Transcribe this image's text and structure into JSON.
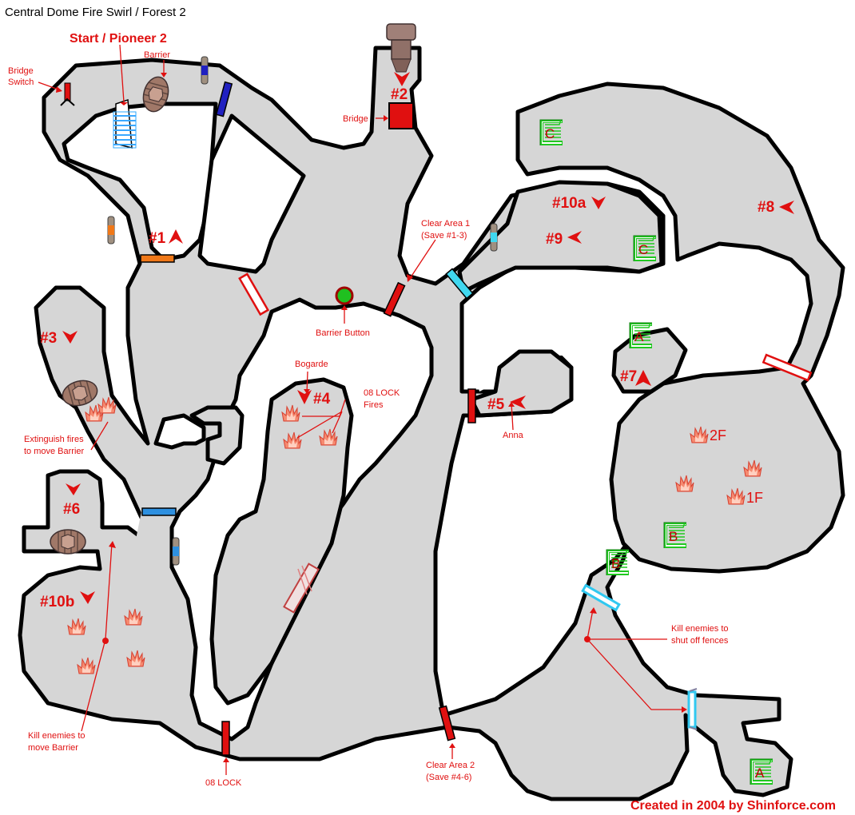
{
  "title": "Central Dome Fire Swirl / Forest 2",
  "credit": "Created in 2004 by Shinforce.com",
  "labels": {
    "start": "Start / Pioneer 2",
    "barrier": "Barrier",
    "bridge_switch_1": "Bridge",
    "bridge_switch_2": "Switch",
    "bridge": "Bridge",
    "clear_area_1": "Clear Area 1",
    "clear_area_1_sub": "(Save #1-3)",
    "barrier_button": "Barrier Button",
    "bogarde": "Bogarde",
    "lock_fires_1": "08 LOCK",
    "lock_fires_2": "Fires",
    "anna": "Anna",
    "extinguish_1": "Extinguish fires",
    "extinguish_2": "to move Barrier",
    "kill_barrier_1": "Kill enemies to",
    "kill_barrier_2": "move Barrier",
    "lock_08": "08 LOCK",
    "clear_area_2": "Clear Area 2",
    "clear_area_2_sub": "(Save #4-6)",
    "kill_fences_1": "Kill enemies to",
    "kill_fences_2": "shut off fences",
    "floor_2f": "2F",
    "floor_1f": "1F"
  },
  "waypoints": {
    "w1": "#1",
    "w2": "#2",
    "w3": "#3",
    "w4": "#4",
    "w5": "#5",
    "w6": "#6",
    "w7": "#7",
    "w8": "#8",
    "w9": "#9",
    "w10a": "#10a",
    "w10b": "#10b"
  },
  "teleporters": {
    "a1": "A",
    "a2": "A",
    "b1": "B",
    "b2": "B",
    "c1": "C",
    "c2": "C"
  },
  "icons": {
    "switch": "bridge-switch-icon",
    "barrier": "barrier-icon",
    "fire": "fire-icon",
    "teleporter": "teleporter-icon",
    "pillar": "pillar-icon",
    "button": "barrier-button-icon",
    "ship": "pioneer-ship-icon"
  },
  "colors": {
    "floor": "#d6d6d6",
    "wall": "#000000",
    "label": "#e01010",
    "lock": "#e01010",
    "blue_gate": "#2020c0",
    "orange_gate": "#f07818",
    "cyan_gate": "#40d8f0",
    "light_blue_gate": "#2ea0e0",
    "fence": "#40e0f8",
    "teleporter": "#20d020",
    "fire": "#f06050",
    "button": "#20c020"
  }
}
